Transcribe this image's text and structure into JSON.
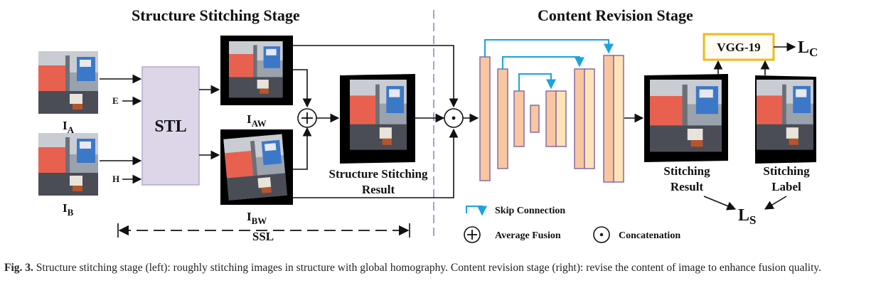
{
  "stages": {
    "structure_title": "Structure Stitching Stage",
    "content_title": "Content Revision Stage"
  },
  "inputs": {
    "image_a_label": "I",
    "image_a_sub": "A",
    "image_b_label": "I",
    "image_b_sub": "B",
    "e_label": "E",
    "h_label": "H"
  },
  "stl_label": "STL",
  "warped": {
    "aw_label": "I",
    "aw_sub": "AW",
    "bw_label": "I",
    "bw_sub": "BW"
  },
  "structure_result": {
    "line1": "Structure Stitching",
    "line2": "Result"
  },
  "ssl_label": "SSL",
  "vgg_label": "VGG-19",
  "lc_label": "L",
  "lc_sub": "C",
  "ls_label": "L",
  "ls_sub": "S",
  "stitching_result": {
    "line1": "Stitching",
    "line2": "Result"
  },
  "stitching_label": {
    "line1": "Stitching",
    "line2": "Label"
  },
  "legend": {
    "skip": "Skip Connection",
    "avg_fusion": "Average Fusion",
    "concat": "Concatenation"
  },
  "caption": {
    "prefix": "Fig. 3.",
    "text": " Structure stitching stage (left): roughly stitching images in structure with global homography. Content revision stage (right): revise the content of image to enhance fusion quality."
  },
  "colors": {
    "stl_fill": "#ddd5e8",
    "stl_stroke": "#b7a8cf",
    "block_orange": "#f8c7a0",
    "block_light": "#fce4b8",
    "block_stroke": "#8a6aa6",
    "skip_blue": "#1aa3e0",
    "vgg_stroke": "#f2b81c",
    "divider": "#b09ccc"
  }
}
